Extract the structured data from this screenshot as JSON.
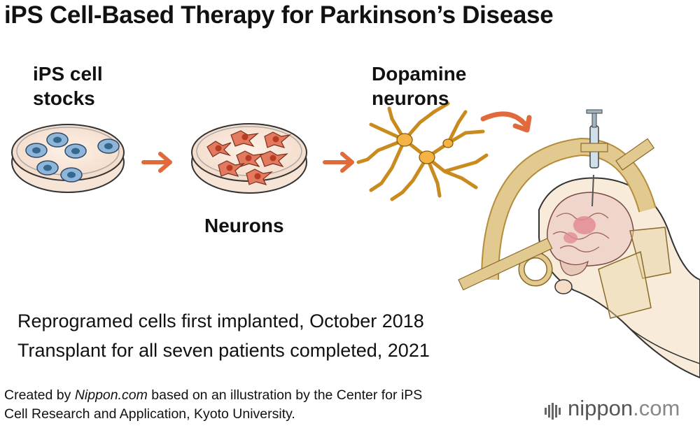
{
  "title": "iPS Cell-Based Therapy for Parkinson’s Disease",
  "steps": {
    "ips": {
      "line1": "iPS cell",
      "line2": "stocks"
    },
    "neurons": {
      "label": "Neurons"
    },
    "dopamine": {
      "line1": "Dopamine",
      "line2": "neurons"
    }
  },
  "notes": {
    "line1": "Reprogramed cells first implanted, October 2018",
    "line2": "Transplant for all seven patients completed, 2021"
  },
  "credit": {
    "prefix": "Created by ",
    "source": "Nippon.com",
    "suffix": " based on an illustration by the Center for iPS",
    "line2": "Cell Research and Application, Kyoto University."
  },
  "logo": {
    "name": "nippon",
    "suffix": ".com"
  },
  "colors": {
    "arrow": "#e06a3b",
    "ips_cell": "#8fb6d8",
    "neuron": "#e3795f",
    "dopamine": "#f3b445",
    "frame": "#e2c98f"
  }
}
